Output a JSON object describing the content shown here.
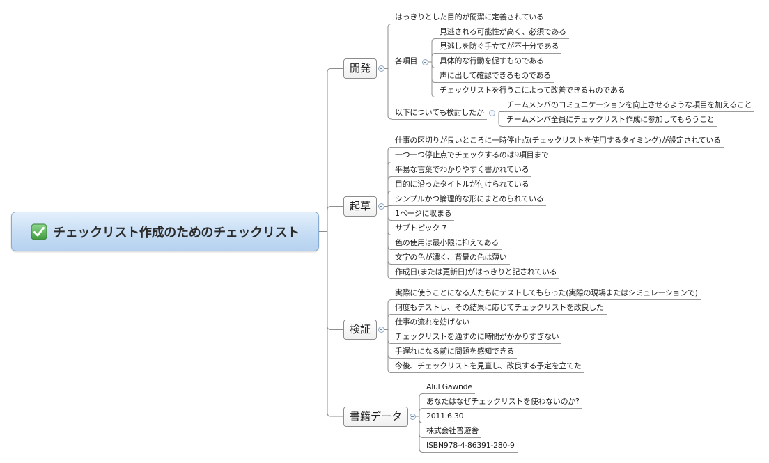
{
  "mindmap": {
    "root": {
      "icon": "check-box-icon",
      "label": "チェックリスト作成のためのチェックリスト"
    },
    "branches": [
      {
        "label": "開発",
        "children": [
          {
            "label": "はっきりとした目的が簡潔に定義されている"
          },
          {
            "label": "各項目",
            "children": [
              {
                "label": "見逃される可能性が高く、必須である"
              },
              {
                "label": "見逃しを防ぐ手立てが不十分である"
              },
              {
                "label": "具体的な行動を促すものである"
              },
              {
                "label": "声に出して確認できるものである"
              },
              {
                "label": "チェックリストを行うこによって改善できるものである"
              }
            ]
          },
          {
            "label": "以下についても検討したか",
            "children": [
              {
                "label": "チームメンバのコミュニケーションを向上させるような項目を加えること"
              },
              {
                "label": "チームメンバ全員にチェックリスト作成に参加してもらうこと"
              }
            ]
          }
        ]
      },
      {
        "label": "起草",
        "children": [
          {
            "label": "仕事の区切りが良いところに一時停止点(チェックリストを使用するタイミング)が設定されている"
          },
          {
            "label": "一つ一つ停止点でチェックするのは9項目まで"
          },
          {
            "label": "平易な言葉でわかりやすく書かれている"
          },
          {
            "label": "目的に沿ったタイトルが付けられている"
          },
          {
            "label": "シンプルかつ論理的な形にまとめられている"
          },
          {
            "label": "1ページに収まる"
          },
          {
            "label": "サブトピック 7"
          },
          {
            "label": "色の使用は最小限に抑えてある"
          },
          {
            "label": "文字の色が濃く、背景の色は薄い"
          },
          {
            "label": "作成日(または更新日)がはっきりと記されている"
          }
        ]
      },
      {
        "label": "検証",
        "children": [
          {
            "label": "実際に使うことになる人たちにテストしてもらった(実際の現場またはシミュレーションで)"
          },
          {
            "label": "何度もテストし、その結果に応じてチェックリストを改良した"
          },
          {
            "label": "仕事の流れを妨げない"
          },
          {
            "label": "チェックリストを通すのに時間がかかりすぎない"
          },
          {
            "label": "手遅れになる前に問題を感知できる"
          },
          {
            "label": "今後、チェックリストを見直し、改良する予定を立てた"
          }
        ]
      },
      {
        "label": "書籍データ",
        "children": [
          {
            "label": "Alul Gawnde"
          },
          {
            "label": "あなたはなぜチェックリストを使わないのか?"
          },
          {
            "label": "2011.6.30"
          },
          {
            "label": "株式会社普遊舎"
          },
          {
            "label": "ISBN978-4-86391-280-9"
          }
        ]
      }
    ]
  },
  "theme": {
    "line": "#8e8e8e",
    "root_fill": "#c6ddf4",
    "root_border": "#86aad2",
    "check_icon": "#5cb85c"
  }
}
